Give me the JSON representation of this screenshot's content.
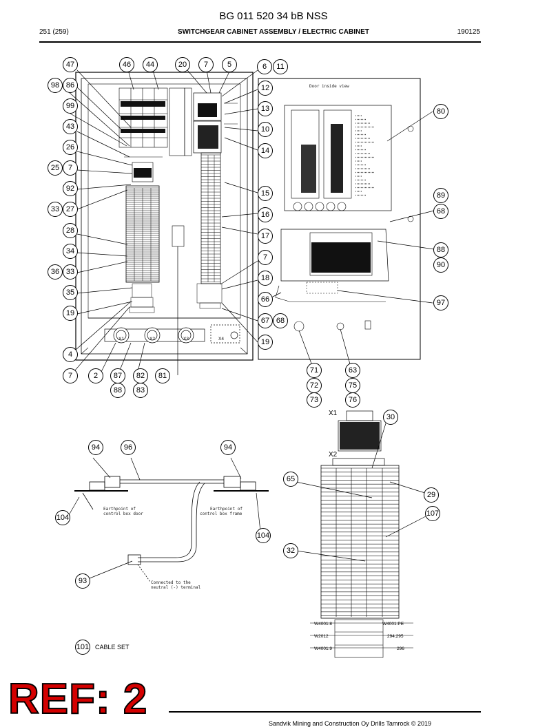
{
  "header": {
    "doc_title": "BG 011 520 34 bB NSS",
    "page": "251 (259)",
    "section_title": "SWITCHGEAR CABINET ASSEMBLY / ELECTRIC CABINET",
    "date": "190125"
  },
  "drawing": {
    "door_caption": "Door inside view",
    "x1": "X1",
    "x2": "X2",
    "earth_door": [
      "Earthpoint of",
      "control box door"
    ],
    "earth_frame": [
      "Earthpoint of",
      "control box frame"
    ],
    "neutral": [
      "Connected to the",
      "neutral (-) terminal"
    ],
    "w4001_8": "W4001:8",
    "w4001_pe": "W4001:PE",
    "w2012": "W2012",
    "w4001_9": "W4001:9",
    "n294": "294,295",
    "n296": "296",
    "cable_set": "CABLE SET",
    "c_x1": "X1",
    "c_x2": "X2",
    "c_x3": "X3",
    "c_x4": "X4",
    "callouts": {
      "c47": "47",
      "c46": "46",
      "c44": "44",
      "c20": "20",
      "c7a": "7",
      "c5": "5",
      "c6": "6",
      "c11": "11",
      "c98": "98",
      "c86": "86",
      "c12": "12",
      "c99": "99",
      "c13": "13",
      "c80": "80",
      "c43": "43",
      "c10": "10",
      "c26": "26",
      "c14": "14",
      "c25": "25",
      "c7b": "7",
      "c92": "92",
      "c15": "15",
      "c89": "89",
      "c33a": "33",
      "c27": "27",
      "c68a": "68",
      "c16": "16",
      "c28": "28",
      "c17": "17",
      "c34": "34",
      "c88a": "88",
      "c7c": "7",
      "c90": "90",
      "c36": "36",
      "c33b": "33",
      "c18": "18",
      "c35": "35",
      "c66": "66",
      "c97": "97",
      "c19a": "19",
      "c67": "67",
      "c68b": "68",
      "c19b": "19",
      "c4": "4",
      "c71": "71",
      "c63": "63",
      "c7d": "7",
      "c2": "2",
      "c87": "87",
      "c82": "82",
      "c81": "81",
      "c72": "72",
      "c75": "75",
      "c88b": "88",
      "c83": "83",
      "c73": "73",
      "c76": "76",
      "c30": "30",
      "c94a": "94",
      "c96": "96",
      "c94b": "94",
      "c65": "65",
      "c29": "29",
      "c107": "107",
      "c104a": "104",
      "c104b": "104",
      "c32": "32",
      "c93": "93",
      "c101": "101"
    }
  },
  "footer": {
    "ref_stamp": "REF: 2",
    "copyright": "Sandvik Mining and Construction Oy Drills Tamrock © 2019"
  },
  "colors": {
    "stamp": "#d40000",
    "line": "#000000"
  }
}
